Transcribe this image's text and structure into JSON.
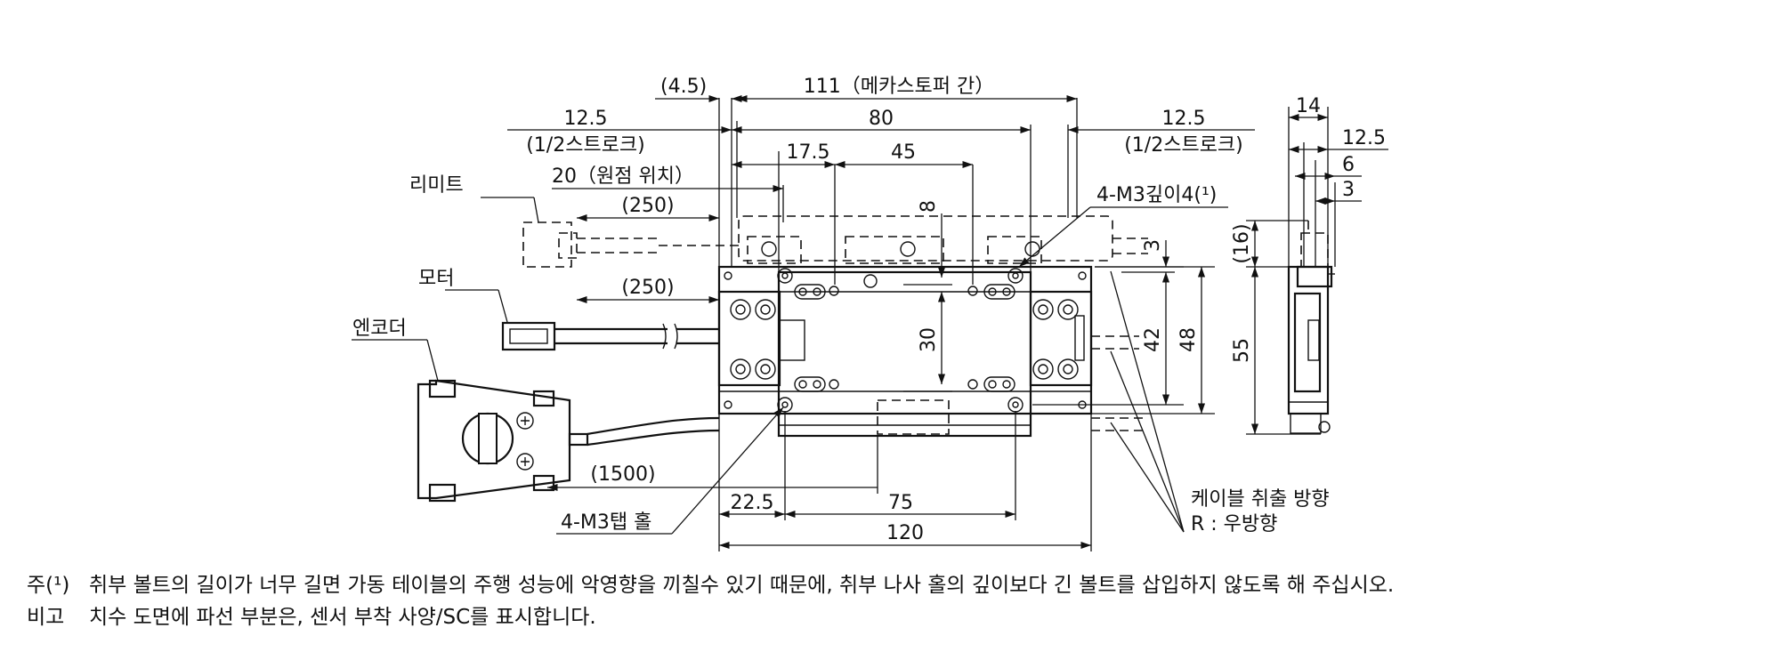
{
  "top_dims": {
    "overhang": "(4.5)",
    "stopper_span": "111（메카스토퍼 간）",
    "body_80": "80",
    "half_stroke_left": "12.5",
    "half_stroke_left_sub": "(1/2스트로크)",
    "half_stroke_right": "12.5",
    "half_stroke_right_sub": "(1/2스트로크)",
    "d17_5": "17.5",
    "d45": "45",
    "origin": "20（원점 위치）",
    "cable_250_a": "(250)",
    "cable_250_b": "(250)",
    "d8": "8",
    "d3_right": "3",
    "d30": "30",
    "d42": "42",
    "d48": "48",
    "thread_note": "4-M3깊이4(¹)"
  },
  "left_labels": {
    "limit": "리미트",
    "motor": "모터",
    "encoder": "엔코더"
  },
  "bottom_dims": {
    "cable_1500": "(1500)",
    "d22_5": "22.5",
    "d75": "75",
    "d120": "120",
    "tap_hole": "4-M3탭 홀",
    "cable_dir_title": "케이블 취출 방향",
    "cable_dir_value": "R : 우방향"
  },
  "side_dims": {
    "d14": "14",
    "d12_5": "12.5",
    "d6": "6",
    "d3": "3",
    "d16": "(16)",
    "d55": "55"
  },
  "notes": {
    "note1_mark": "주(¹)",
    "note1_text": "취부 볼트의 길이가 너무 길면 가동 테이블의 주행 성능에 악영향을 끼칠수 있기 때문에, 취부 나사 홀의 깊이보다 긴 볼트를 삽입하지 않도록 해 주십시오.",
    "note2_mark": "비고",
    "note2_text": "치수 도면에 파선 부분은, 센서 부착 사양/SC를 표시합니다."
  }
}
